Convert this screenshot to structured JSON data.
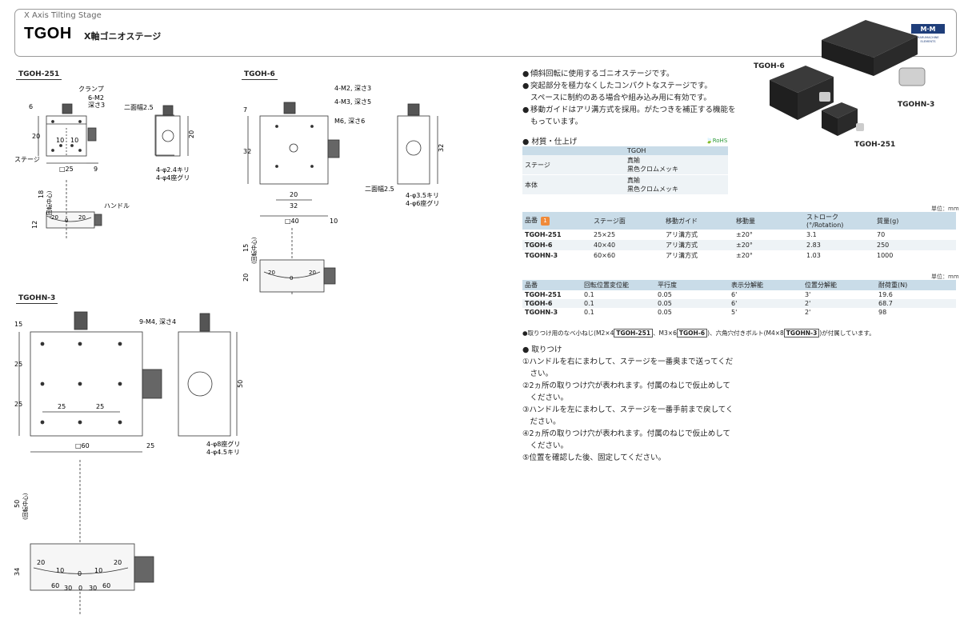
{
  "header": {
    "subtitle": "X Axis Tilting Stage",
    "model": "TGOH",
    "title_jp": "X軸ゴニオステージ"
  },
  "logo": {
    "name": "MARUMACHINE ELEMENTS logo",
    "text": "MARUMACHINE ELEMENTS"
  },
  "sections": {
    "s1": "TGOH-251",
    "s2": "TGOH-6",
    "s3": "TGOHN-3"
  },
  "d251": {
    "clamp": "クランプ",
    "m2": "6-M2",
    "depth": "深さ3",
    "nimen": "二面幅2.5",
    "stage": "ステージ",
    "handle": "ハンドル",
    "kiri": "4-φ2.4キリ",
    "zagu": "4-φ4座グリ",
    "rot": "(回転中心)",
    "dim_6": "6",
    "dim_20": "20",
    "dim_10a": "10",
    "dim_10b": "10",
    "dim_25": "□25",
    "dim_9": "9",
    "dim_20s": "20",
    "dim_18": "18",
    "dim_12": "12",
    "sc_20a": "20",
    "sc_0": "0",
    "sc_20b": "20"
  },
  "d6": {
    "m2": "4-M2, 深さ3",
    "m3": "4-M3, 深さ5",
    "m6": "M6, 深さ6",
    "nimen": "二面幅2.5",
    "kiri": "4-φ3.5キリ",
    "zagu": "4-φ6座グリ",
    "rot": "(回転中心)",
    "dim_7": "7",
    "dim_32": "32",
    "dim_20": "20",
    "dim_32b": "32",
    "dim_40": "□40",
    "dim_10": "10",
    "dim_32s": "32",
    "dim_15": "15",
    "dim_20v": "20",
    "sc_20a": "20",
    "sc_0": "0",
    "sc_20b": "20"
  },
  "dn3": {
    "m4": "9-M4, 深さ4",
    "zagu": "4-φ8座グリ",
    "kiri": "4-φ4.5キリ",
    "rot": "(回転中心)",
    "dim_15": "15",
    "dim_25a": "25",
    "dim_25b": "25",
    "dim_25c": "25",
    "dim_25d": "25",
    "dim_60": "□60",
    "dim_25e": "25",
    "dim_50": "50",
    "dim_50v": "50",
    "dim_34": "34",
    "sc_20a": "20",
    "sc_10a": "10",
    "sc_0": "0",
    "sc_10b": "10",
    "sc_20b": "20",
    "sc_60a": "60",
    "sc_30a": "30",
    "sc_0b": "0",
    "sc_30b": "30",
    "sc_60b": "60"
  },
  "photo": {
    "l1": "TGOH-6",
    "l2": "TGOHN-3",
    "l3": "TGOH-251"
  },
  "bullets": [
    "傾斜回転に使用するゴニオステージです。",
    "突起部分を極力なくしたコンパクトなステージです。",
    "スペースに制約のある場合や組み込み用に有効です。",
    "移動ガイドはアリ溝方式を採用。がたつきを補正する機能を",
    "もっています。"
  ],
  "material": {
    "label": "材質・仕上げ",
    "rohs": "RoHS",
    "head": [
      "",
      "TGOH"
    ],
    "rows": [
      [
        "ステージ",
        "真鍮",
        "黒色クロムメッキ"
      ],
      [
        "本体",
        "真鍮",
        "黒色クロムメッキ"
      ]
    ]
  },
  "unit": "単位：mm",
  "t1": {
    "head": [
      "品番",
      "ステージ面",
      "移動ガイド",
      "移動量",
      "ストローク",
      "(°/Rotation)",
      "質量(g)"
    ],
    "rows": [
      [
        "TGOH-251",
        "25×25",
        "アリ溝方式",
        "±20°",
        "3.1",
        "70"
      ],
      [
        "TGOH-6",
        "40×40",
        "アリ溝方式",
        "±20°",
        "2.83",
        "250"
      ],
      [
        "TGOHN-3",
        "60×60",
        "アリ溝方式",
        "±20°",
        "1.03",
        "1000"
      ]
    ]
  },
  "t2": {
    "head": [
      "品番",
      "回転位置変位能",
      "平行度",
      "表示分解能",
      "位置分解能",
      "耐荷重(N)"
    ],
    "rows": [
      [
        "TGOH-251",
        "0.1",
        "0.05",
        "6'",
        "3'",
        "19.6"
      ],
      [
        "TGOH-6",
        "0.1",
        "0.05",
        "6'",
        "2'",
        "68.7"
      ],
      [
        "TGOHN-3",
        "0.1",
        "0.05",
        "5'",
        "2'",
        "98"
      ]
    ]
  },
  "note": {
    "a": "取りつけ用のなべ小ねじ(M2×4",
    "b": "TGOH-251",
    "c": "、M3×6",
    "d": "TGOH-6",
    "e": ")、六角穴付きボルト(M4×8",
    "f": "TGOHN-3",
    "g": ")が付属しています。"
  },
  "install": {
    "title": "取りつけ",
    "lines": [
      "①ハンドルを右にまわして、ステージを一番奥まで送ってくだ",
      "　さい。",
      "②2ヵ所の取りつけ穴が表われます。付属のねじで仮止めして",
      "　ください。",
      "③ハンドルを左にまわして、ステージを一番手前まで戻してく",
      "　ださい。",
      "④2ヵ所の取りつけ穴が表われます。付属のねじで仮止めして",
      "　ください。",
      "⑤位置を確認した後、固定してください。"
    ]
  }
}
